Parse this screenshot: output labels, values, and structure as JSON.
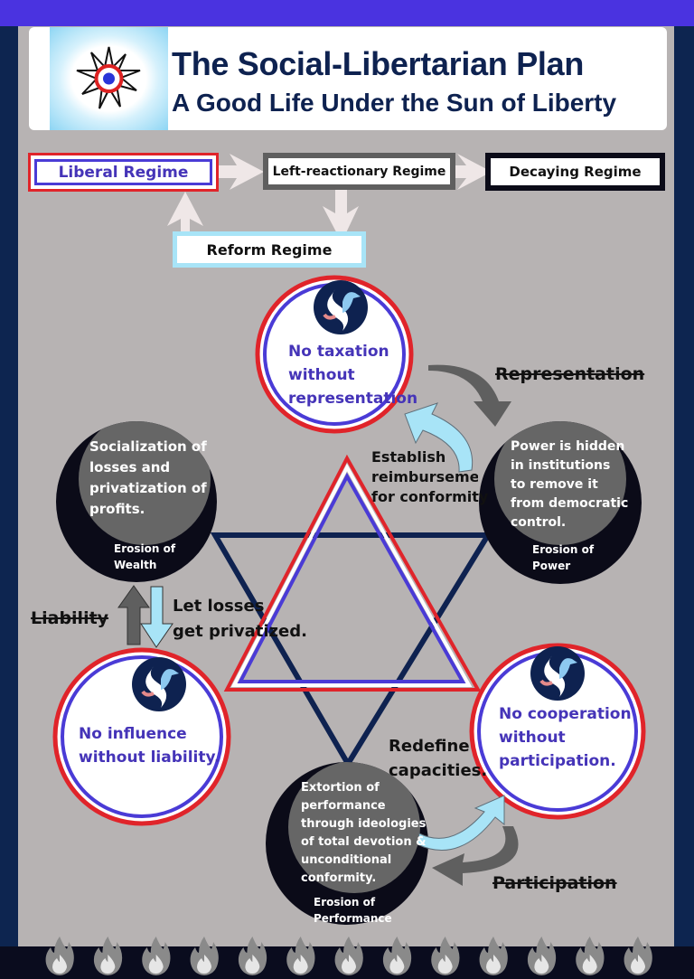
{
  "header": {
    "title": "The Social-Libertarian Plan",
    "subtitle": "A Good Life Under the Sun of Liberty",
    "logo_icon": "sun-of-liberty-icon"
  },
  "regimes": {
    "liberal": "Liberal Regime",
    "left_reactionary": "Left-reactionary Regime",
    "decaying": "Decaying Regime",
    "reform": "Reform Regime"
  },
  "principles": {
    "top": [
      "No taxation",
      "without",
      "representation"
    ],
    "left": [
      "No influence",
      "without liability."
    ],
    "right": [
      "No cooperation",
      "without",
      "participation."
    ],
    "emblem_icon": "phoenix-emblem-icon"
  },
  "erosions": {
    "wealth": {
      "text": [
        "Socialization of",
        "losses and",
        "privatization of",
        "profits."
      ],
      "label": [
        "Erosion of",
        "Wealth"
      ]
    },
    "power": {
      "text": [
        "Power is hidden",
        "in institutions",
        "to remove it",
        "from democratic",
        "control."
      ],
      "label": [
        "Erosion of",
        "Power"
      ]
    },
    "performance": {
      "text": [
        "Extortion of",
        "performance",
        "through ideologies",
        "of total devotion &",
        "unconditional",
        "conformity."
      ],
      "label": [
        "Erosion of",
        "Performance"
      ]
    }
  },
  "annotations": {
    "representation_struck": "Representation",
    "liability_struck": "Liability",
    "participation_struck": "Participation",
    "establish": [
      "Establish",
      "reimbursement",
      "for conformity"
    ],
    "let_losses": [
      "Let losses",
      "get privatized."
    ],
    "redefine": [
      "Redefine",
      "capacities."
    ]
  },
  "footer": {
    "flame_icon": "flame-icon",
    "flame_count": 13
  },
  "colors": {
    "top_bar": "#4a33e0",
    "frame_navy": "#0d2550",
    "panel_grey": "#b7b3b3",
    "title_navy": "#0e2250",
    "principle_text": "#4534b8",
    "ring_red": "#e0242a",
    "ring_blue": "#4a3bd6",
    "arrow_light_blue": "#a8e4f7",
    "arrow_grey": "#5f5f5f",
    "erosion_dark": "#0b0b18",
    "erosion_inner": "#666666"
  }
}
